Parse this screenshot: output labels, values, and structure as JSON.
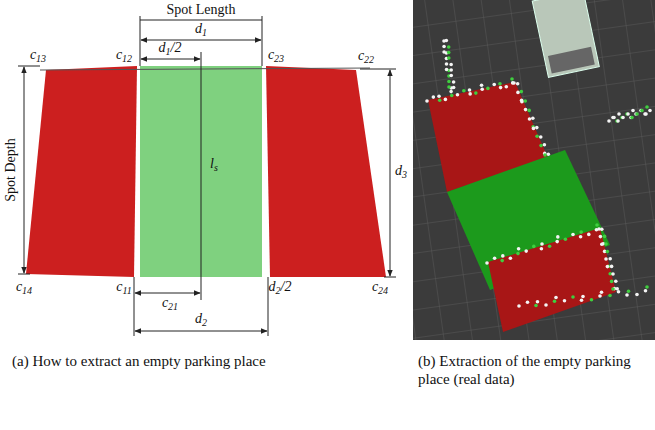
{
  "diagram": {
    "labels": [
      "Spot Length",
      "d1",
      "d1/2",
      "c13",
      "c12",
      "c23",
      "c22",
      "ls",
      "Spot Depth",
      "d3",
      "c14",
      "c11",
      "d2/2",
      "c24",
      "c21",
      "d2",
      "(a) How to extract an empty parking place",
      "(b) Extraction of the empty parking place (real data)"
    ]
  }
}
